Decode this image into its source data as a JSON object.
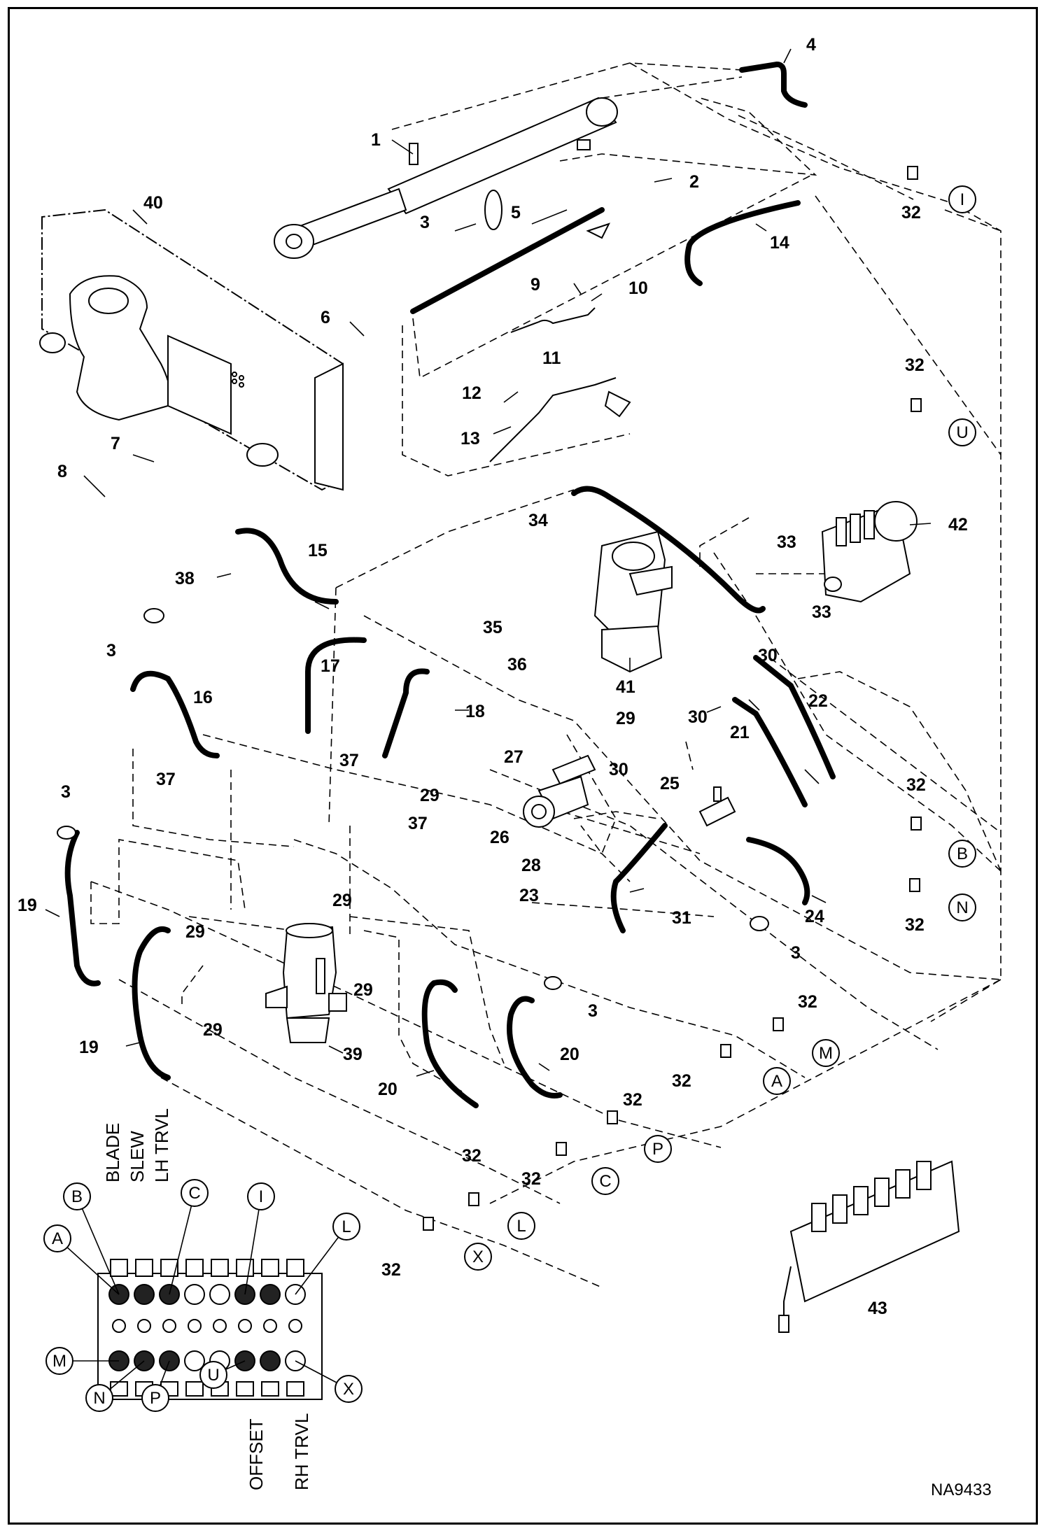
{
  "diagram": {
    "drawing_id": "NA9433",
    "callouts": [
      "1",
      "2",
      "3",
      "4",
      "5",
      "6",
      "7",
      "8",
      "9",
      "10",
      "11",
      "12",
      "13",
      "14",
      "15",
      "16",
      "17",
      "18",
      "19",
      "20",
      "21",
      "22",
      "23",
      "24",
      "25",
      "26",
      "27",
      "28",
      "29",
      "30",
      "31",
      "32",
      "33",
      "34",
      "35",
      "36",
      "37",
      "38",
      "39",
      "40",
      "41",
      "42",
      "43"
    ],
    "ports": [
      "A",
      "B",
      "C",
      "I",
      "L",
      "M",
      "N",
      "P",
      "U",
      "X"
    ],
    "valve_functions_top": [
      "BLADE",
      "SLEW",
      "LH TRVL"
    ],
    "valve_functions_bottom": [
      "OFFSET",
      "RH TRVL"
    ]
  }
}
